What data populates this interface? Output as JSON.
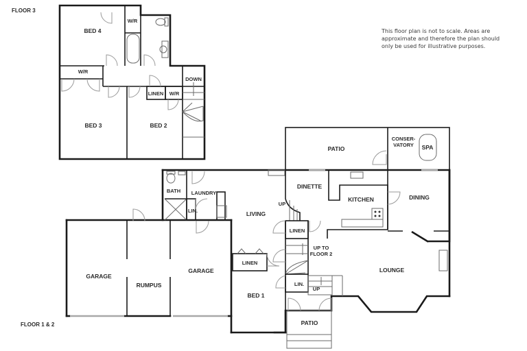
{
  "floor_labels": {
    "floor3": "FLOOR 3",
    "floor12": "FLOOR 1 & 2"
  },
  "disclaimer": {
    "line1": "This floor plan is not to scale. Areas are",
    "line2": "approximate and therefore the plan should",
    "line3": "only be used for illustrative purposes."
  },
  "floor3_rooms": {
    "bed4": "BED 4",
    "wr_top": "W/R",
    "wr_left": "W/R",
    "down": "DOWN",
    "linen": "LINEN",
    "wr_small": "W/R",
    "bed3": "BED 3",
    "bed2": "BED 2"
  },
  "floor12_rooms": {
    "patio_top": "PATIO",
    "conservatory_1": "CONSER-",
    "conservatory_2": "VATORY",
    "spa": "SPA",
    "bath": "BATH",
    "laundry": "LAUNDRY",
    "lin_laundry": "LIN.",
    "living": "LIVING",
    "dinette": "DINETTE",
    "kitchen": "KITCHEN",
    "dining": "DINING",
    "up_dinette": "UP",
    "linen_center": "LINEN",
    "up_to_1": "UP TO",
    "up_to_2": "FLOOR 2",
    "garage_left": "GARAGE",
    "rumpus": "RUMPUS",
    "garage_right": "GARAGE",
    "linen_living": "LINEN",
    "bed1": "BED 1",
    "lin_entry": "LIN.",
    "up_entry": "UP",
    "lounge": "LOUNGE",
    "patio_bottom": "PATIO"
  }
}
